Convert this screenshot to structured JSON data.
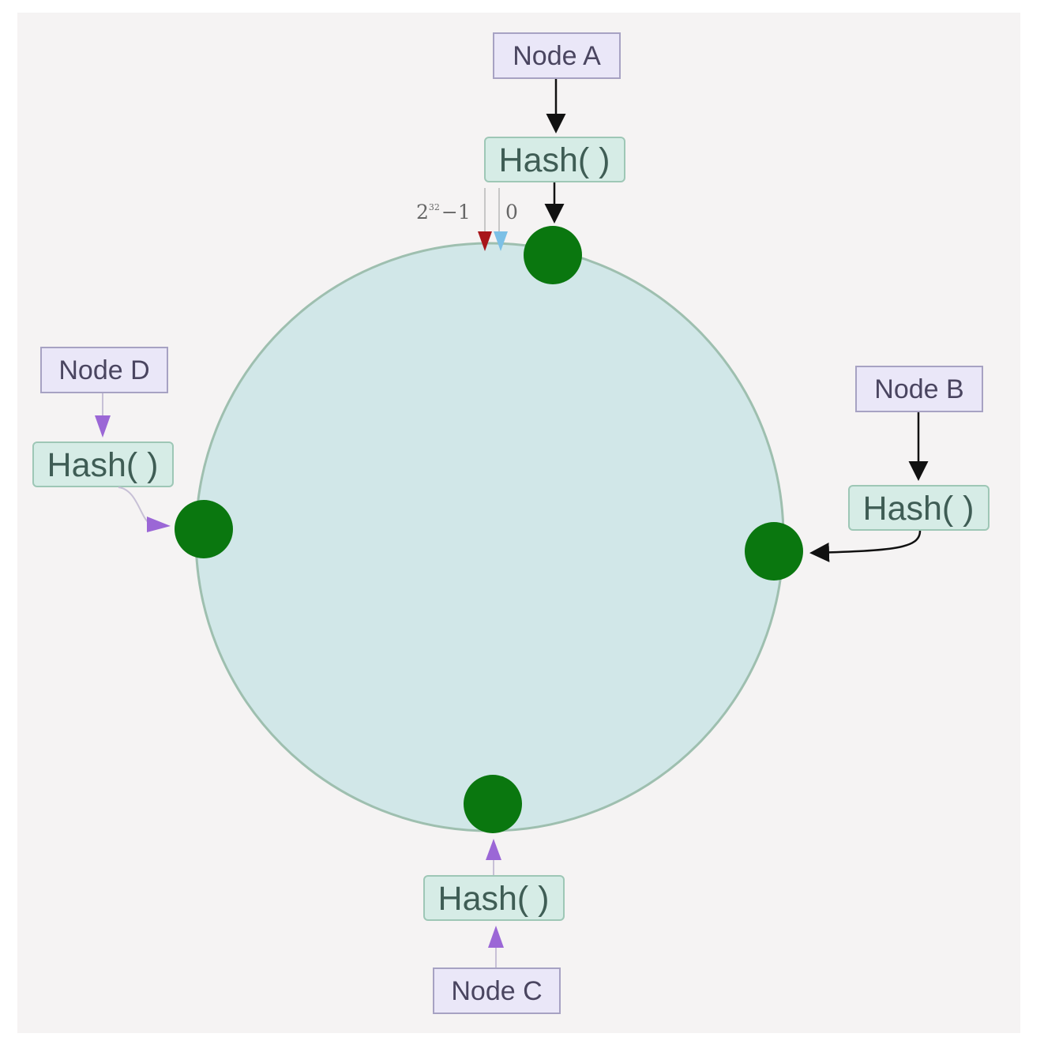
{
  "diagram": {
    "nodes": {
      "a": "Node A",
      "b": "Node B",
      "c": "Node C",
      "d": "Node D"
    },
    "hash_label": "Hash( )",
    "ring_labels": {
      "max_base": "2",
      "max_exp": "32",
      "max_suffix": "−1",
      "zero": "0"
    },
    "colors": {
      "ring_fill": "#d1e7e8",
      "ring_stroke": "#9ebfaf",
      "ring_point": "#0a770f",
      "node_box_fill": "#eae7f8",
      "node_box_stroke": "#a7a2c3",
      "hash_box_fill": "#d6ece6",
      "hash_box_stroke": "#9ec7b6",
      "arrow_black": "#111111",
      "arrow_purple": "#9b67d6",
      "marker_red": "#a8151a",
      "marker_blue": "#7cc0e6"
    }
  }
}
